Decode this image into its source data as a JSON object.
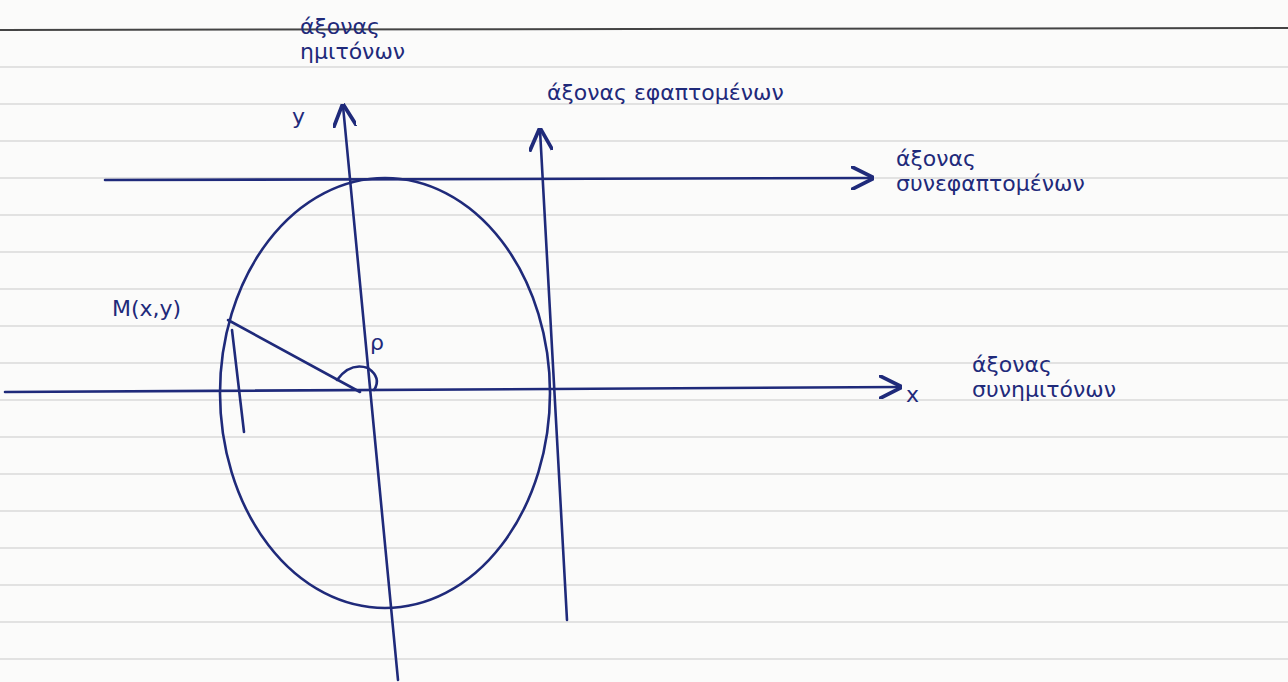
{
  "diagram": {
    "labels": [
      "άξονας ημιτόνων",
      "y",
      "άξονας εφαπτομένων",
      "άξονας συνεφαπτομένων",
      "x",
      "άξονας συνημιτόνων",
      "M(x,y)",
      "ρ"
    ]
  }
}
